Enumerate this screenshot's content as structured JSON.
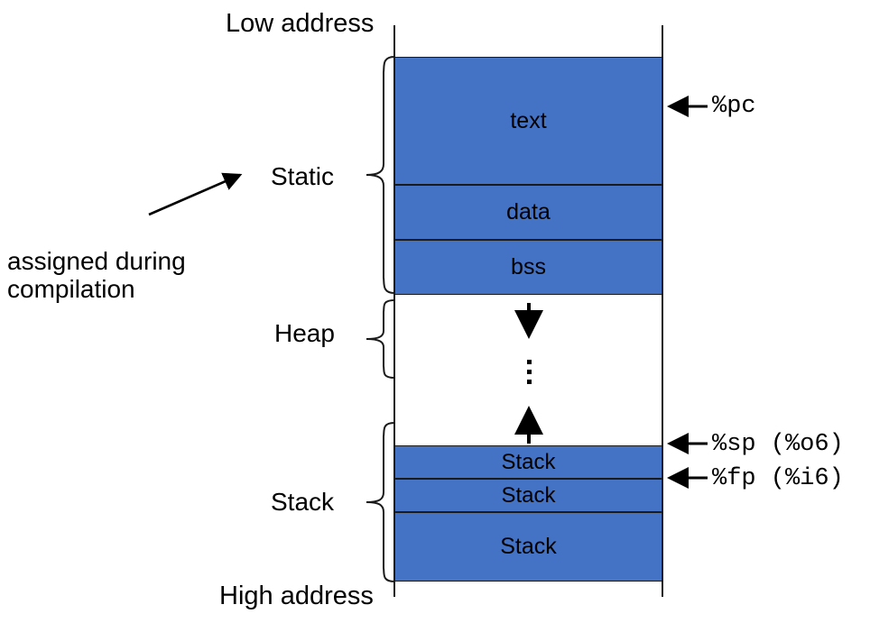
{
  "diagram": {
    "title_top": "Low address",
    "title_bottom": "High address",
    "note": "assigned during\ncompilation",
    "accent_color": "#4472C4",
    "line_color": "#1a1a1a",
    "regions": [
      {
        "name": "Static",
        "label": "Static"
      },
      {
        "name": "Heap",
        "label": "Heap"
      },
      {
        "name": "Stack",
        "label": "Stack"
      }
    ],
    "segments": [
      {
        "key": "text",
        "label": "text"
      },
      {
        "key": "data",
        "label": "data"
      },
      {
        "key": "bss",
        "label": "bss"
      },
      {
        "key": "stack1",
        "label": "Stack"
      },
      {
        "key": "stack2",
        "label": "Stack"
      },
      {
        "key": "stack3",
        "label": "Stack"
      }
    ],
    "pointers": [
      {
        "key": "pc",
        "label": "%pc"
      },
      {
        "key": "sp",
        "label": "%sp (%o6)"
      },
      {
        "key": "fp",
        "label": "%fp (%i6)"
      }
    ],
    "heap_marks": {
      "grow_down": "down-arrow",
      "gap": "vertical-ellipsis",
      "grow_up": "up-arrow"
    }
  }
}
